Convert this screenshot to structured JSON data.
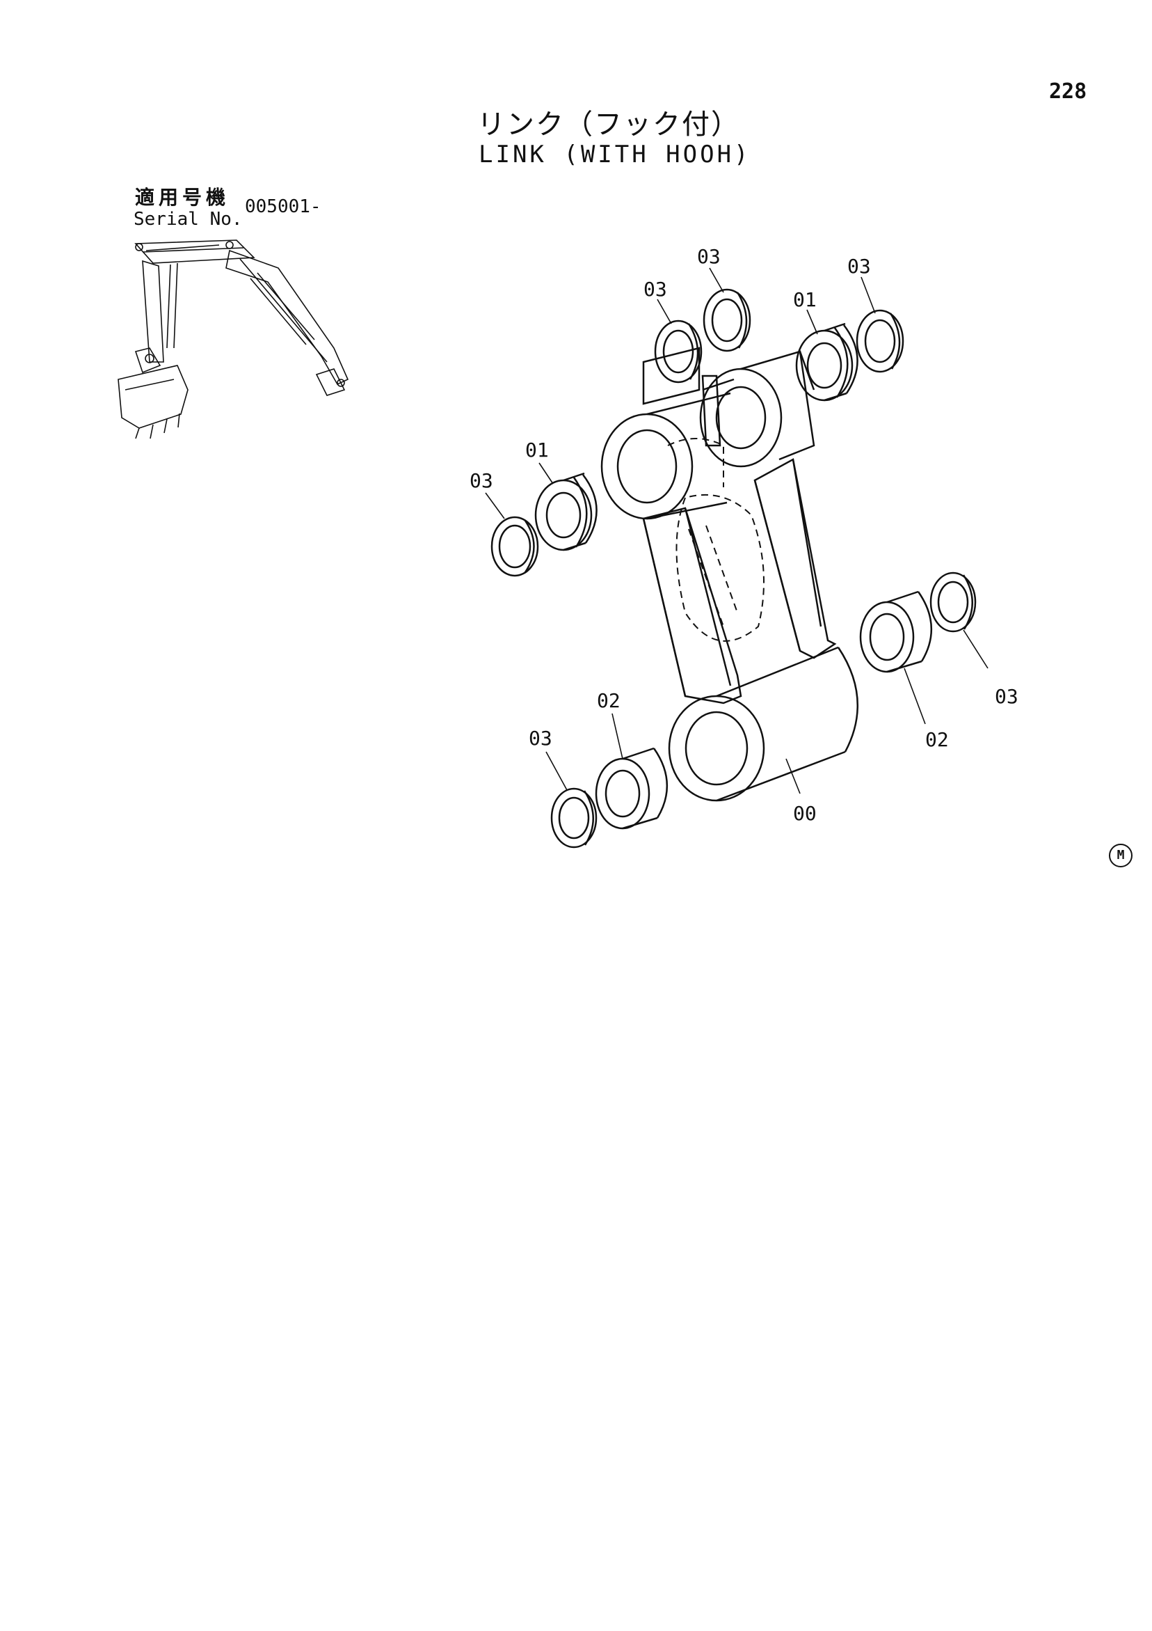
{
  "page_number": "228",
  "title_ja": "リンク（フック付）",
  "title_en": "LINK (WITH HOOH)",
  "serial": {
    "label_ja": "適用号機",
    "label_en": "Serial No.",
    "value": "005001-"
  },
  "mark": "M",
  "callouts": [
    {
      "id": "c03-top",
      "text": "03"
    },
    {
      "id": "c03-topleft",
      "text": "03"
    },
    {
      "id": "c03-topright",
      "text": "03"
    },
    {
      "id": "c01-topright",
      "text": "01"
    },
    {
      "id": "c01-left",
      "text": "01"
    },
    {
      "id": "c03-left",
      "text": "03"
    },
    {
      "id": "c03-right",
      "text": "03"
    },
    {
      "id": "c02-right",
      "text": "02"
    },
    {
      "id": "c02-bottom",
      "text": "02"
    },
    {
      "id": "c03-bottomleft",
      "text": "03"
    },
    {
      "id": "c00",
      "text": "00"
    }
  ]
}
